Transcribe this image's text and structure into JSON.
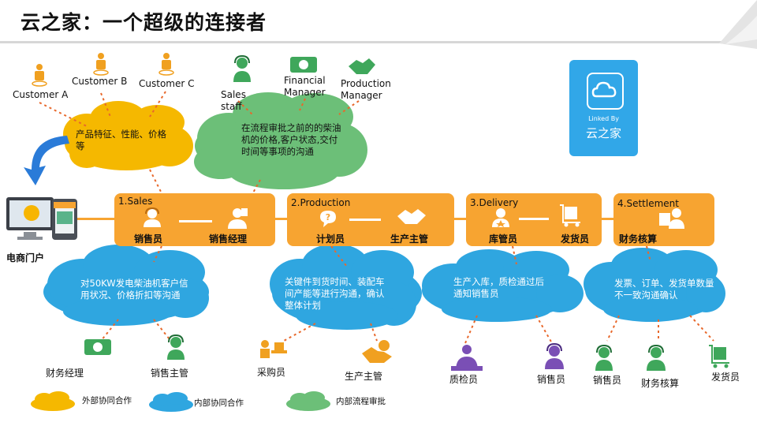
{
  "title": "云之家：一个超级的连接者",
  "external_roles": {
    "customer_a": "Customer A",
    "customer_b": "Customer B",
    "customer_c": "Customer C",
    "sales_staff": "Sales\nstaff",
    "financial_manager": "Financial\nManager",
    "production_manager": "Production\nManager"
  },
  "clouds": {
    "yellow_top": "产品特征、性能、价格\n等",
    "green_top": "在流程审批之前的的柴油\n机的价格,客户状态,交付\n时间等事项的沟通",
    "blue_1": "对50KW发电柴油机客户信\n用状况、价格折扣等沟通",
    "blue_2": "关键件到货时间、装配车\n间产能等进行沟通，确认\n整体计划",
    "blue_3": "生产入库，质检通过后\n通知销售员",
    "blue_4": "发票、订单、发货单数量\n不一致沟通确认"
  },
  "ecommerce_label": "电商门户",
  "phases": [
    {
      "title": "1.Sales",
      "roles": [
        "销售员",
        "销售经理"
      ]
    },
    {
      "title": "2.Production",
      "roles": [
        "计划员",
        "生产主管"
      ]
    },
    {
      "title": "3.Delivery",
      "roles": [
        "库管员",
        "发货员"
      ]
    },
    {
      "title": "4.Settlement",
      "roles": [
        "财务核算"
      ]
    }
  ],
  "bottom_roles": {
    "finance_manager": "财务经理",
    "sales_supervisor": "销售主管",
    "purchaser": "采购员",
    "production_supervisor": "生产主管",
    "quality_inspector": "质检员",
    "salesperson_1": "销售员",
    "salesperson_2": "销售员",
    "finance_accounting": "财务核算",
    "shipper": "发货员"
  },
  "legend": [
    {
      "label": "外部协同合作",
      "color": "#f5b800"
    },
    {
      "label": "内部协同合作",
      "color": "#2fa6e0"
    },
    {
      "label": "内部流程审批",
      "color": "#6cbf78"
    }
  ],
  "logo": {
    "small": "Linked By",
    "big": "云之家"
  },
  "colors": {
    "orange": "#f7a431",
    "blue": "#2fa6e0",
    "green": "#6cbf78",
    "yellow": "#f5b800"
  },
  "icons": [
    "person-icon",
    "headset-person-icon",
    "handshake-icon",
    "computer-shop-icon",
    "cloud-logo-icon"
  ]
}
